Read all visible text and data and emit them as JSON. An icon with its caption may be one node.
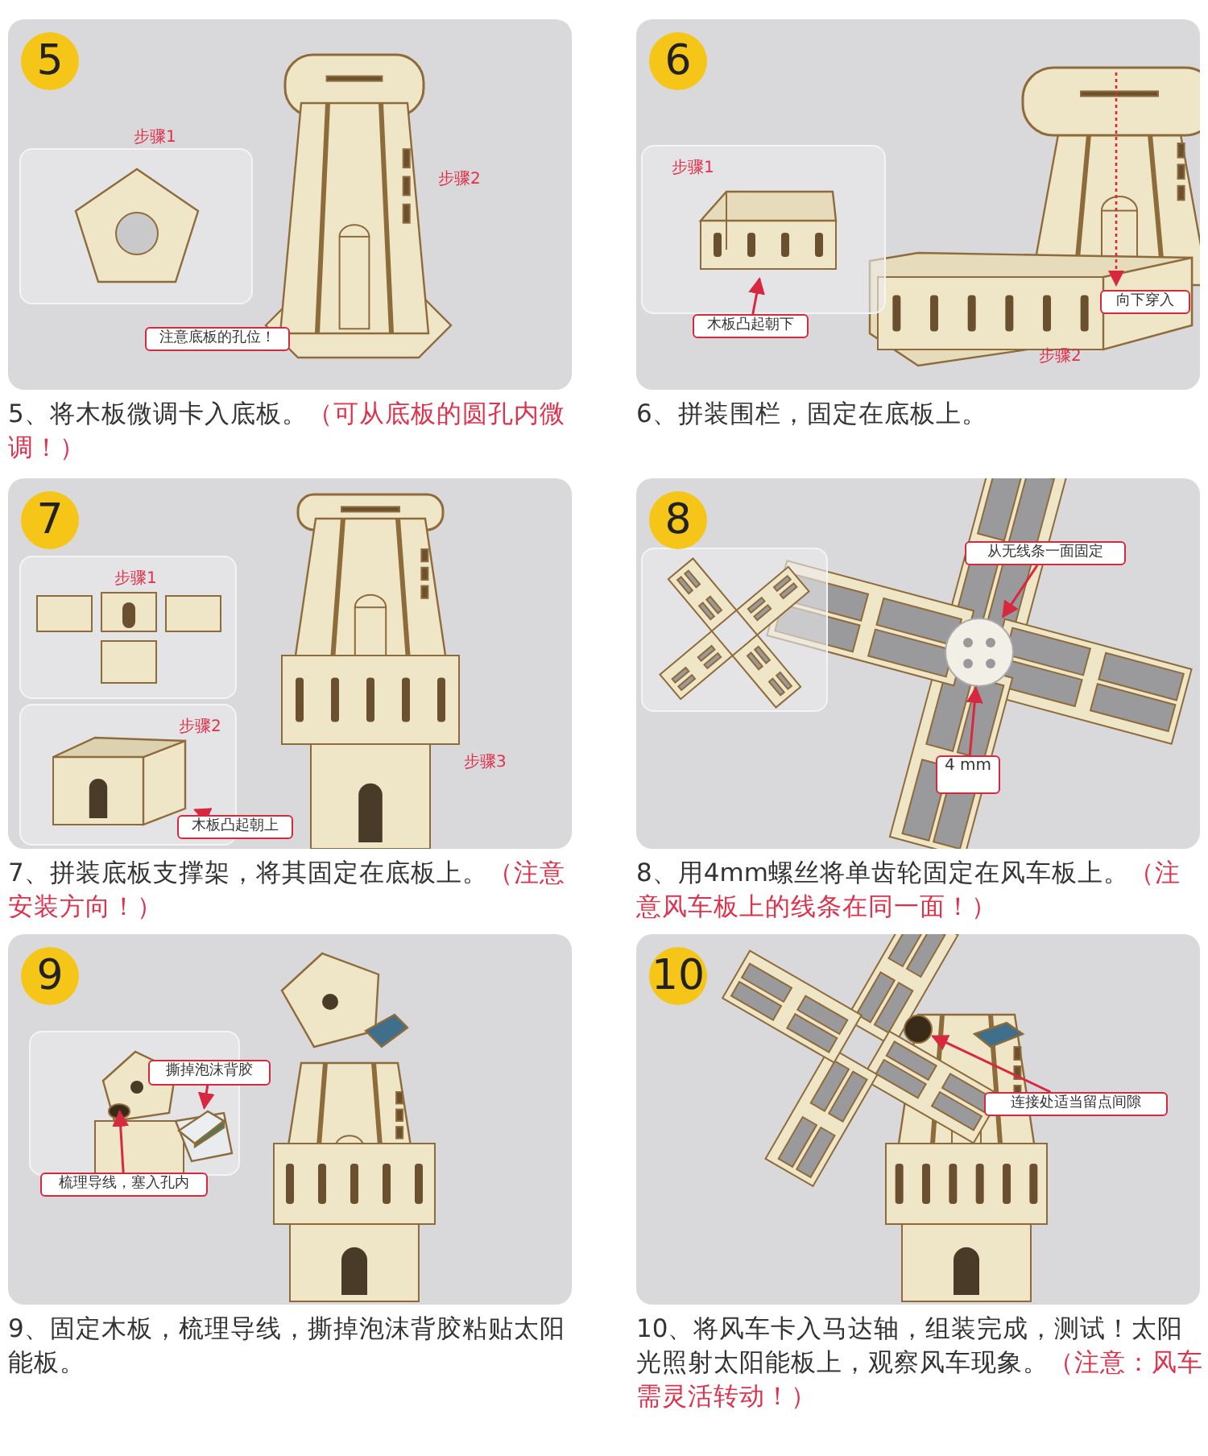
{
  "diagram": {
    "nodes": [
      {
        "text": [
          "5"
        ],
        "beside": [
          "5、将木板微调卡入底板。",
          "（可从底板的圆孔内微调！）"
        ]
      },
      {
        "text": [
          "步骤1"
        ],
        "in": 0
      },
      {
        "text": [
          "注意底板的孔位！"
        ],
        "in": 0
      },
      {
        "text": [
          "6"
        ],
        "beside": [
          "6、拼装围栏，固定在底板上。"
        ]
      },
      {
        "text": [
          "步骤1"
        ],
        "in": 3
      },
      {
        "text": [],
        "shape": "picture",
        "in": 4
      },
      {
        "text": [
          "木板凸起朝下"
        ],
        "in": 3
      },
      {
        "text": [
          "向下穿入"
        ],
        "in": 3
      },
      {
        "text": [
          "7"
        ],
        "beside": [
          "7、拼装底板支撑架，将其固定在底板上。",
          "（注意安装方向！）"
        ]
      },
      {
        "text": [
          "步骤1"
        ],
        "in": 8
      },
      {
        "text": [
          "步骤2"
        ],
        "in": 8
      },
      {
        "text": [],
        "shape": "picture",
        "in": 10
      },
      {
        "text": [
          "木板凸起朝上"
        ],
        "in": 8
      },
      {
        "text": [
          "8"
        ],
        "beside": [
          "8、用4mm螺丝将单齿轮固定在风车板上。",
          "（注意风车板上的线条在同一面！）"
        ]
      },
      {
        "text": [
          "从无线条一面固定"
        ],
        "in": 13
      },
      {
        "text": [],
        "shape": "picture",
        "in": 13
      },
      {
        "text": [
          "4 mm"
        ],
        "in": 13
      },
      {
        "text": [
          "9"
        ],
        "beside": [
          "9、固定木板，梳理导线，撕掉泡沫背胶粘贴太阳能板。"
        ]
      },
      {
        "text": [
          "撕掉泡沫背胶"
        ],
        "in": 17
      },
      {
        "text": [],
        "shape": "picture",
        "in": 17
      },
      {
        "text": [
          "梳理导线，塞入孔内"
        ],
        "in": 17
      },
      {
        "text": [],
        "shape": "circle",
        "in": 17
      },
      {
        "text": [
          "10"
        ],
        "beside": [
          "10、将风车卡入马达轴，组装完成，测试！太阳光照射太阳能板上，观察风车现象。",
          "（注意：风车需灵活转动！）"
        ]
      },
      {
        "text": [
          "连接处适当留点间隙"
        ],
        "in": 22
      },
      {
        "text": [],
        "shape": "circle",
        "in": 22
      }
    ],
    "edges": [
      {
        "from": 6,
        "to": 5,
        "arrow": "to"
      },
      {
        "from": 12,
        "to": 11,
        "arrow": "to"
      },
      {
        "from": 14,
        "to": 15,
        "arrow": "to"
      },
      {
        "from": 16,
        "to": 15,
        "arrow": "to"
      },
      {
        "from": 18,
        "to": 19,
        "arrow": "to"
      },
      {
        "from": 20,
        "to": 21,
        "arrow": "to"
      },
      {
        "from": 23,
        "to": 24,
        "arrow": "to"
      }
    ],
    "labels": [
      "步骤2",
      "步骤2",
      "步骤3"
    ]
  }
}
